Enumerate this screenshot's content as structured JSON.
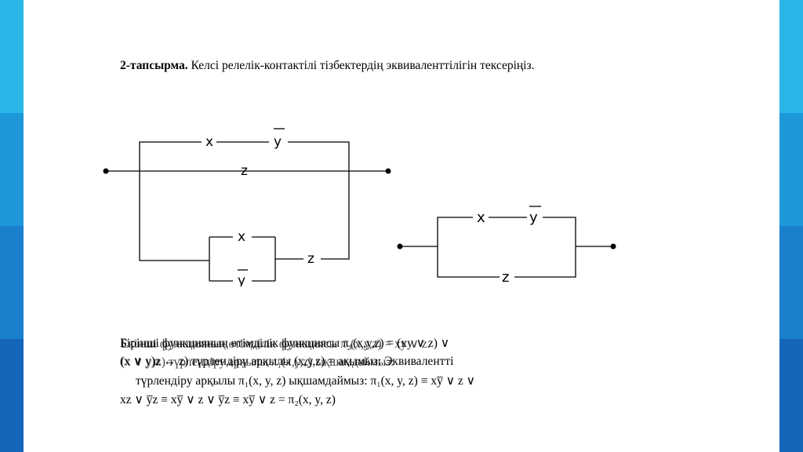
{
  "task": {
    "label": "2-тапсырма.",
    "text": "Келсі релелік-контактілі тізбектердің эквиваленттілігін тексеріңіз."
  },
  "circuit1": {
    "top_left_label": "x",
    "top_right_label": "y",
    "middle_label": "z",
    "inner_top_label": "x",
    "inner_bottom_label": "y",
    "bottom_right_label": "z"
  },
  "circuit2": {
    "top_left_label": "x",
    "top_right_label": "y",
    "bottom_label": "z"
  },
  "solution": {
    "overlap_line_1": "Бірінші функцияның өтімділік функциясы π₁(x,y,z) = (xy ∨ z) ∨",
    "overlap_line_1_ghost": "Екінші функцияның өтімділік функциясы π₂(x,y,z) = xy ∨ z.",
    "overlap_line_2": "(x ∨ y)z ↔ z) түрлендіру арқылы (x,y,z) = ақымыз: Эквивалентті",
    "overlap_line_2_ghost": "(x ∨ y)z) түрлендіру арқылы π₁(x,y,z) ықшамдаймыз:",
    "line_3": "түрлендіру арқылы π₁(x, y, z) ықшамдаймыз: π₁(x, y, z) ≡ xy̅ ∨ z ∨",
    "line_4": "xz ∨ y̅z ≡ xy̅ ∨ z ∨ y̅z ≡ xy̅ ∨ z = π₂(x, y, z)"
  },
  "colors": {
    "band_light": "#25b3e6",
    "band_mid": "#1b8fd6",
    "band_dark": "#1565b8"
  }
}
